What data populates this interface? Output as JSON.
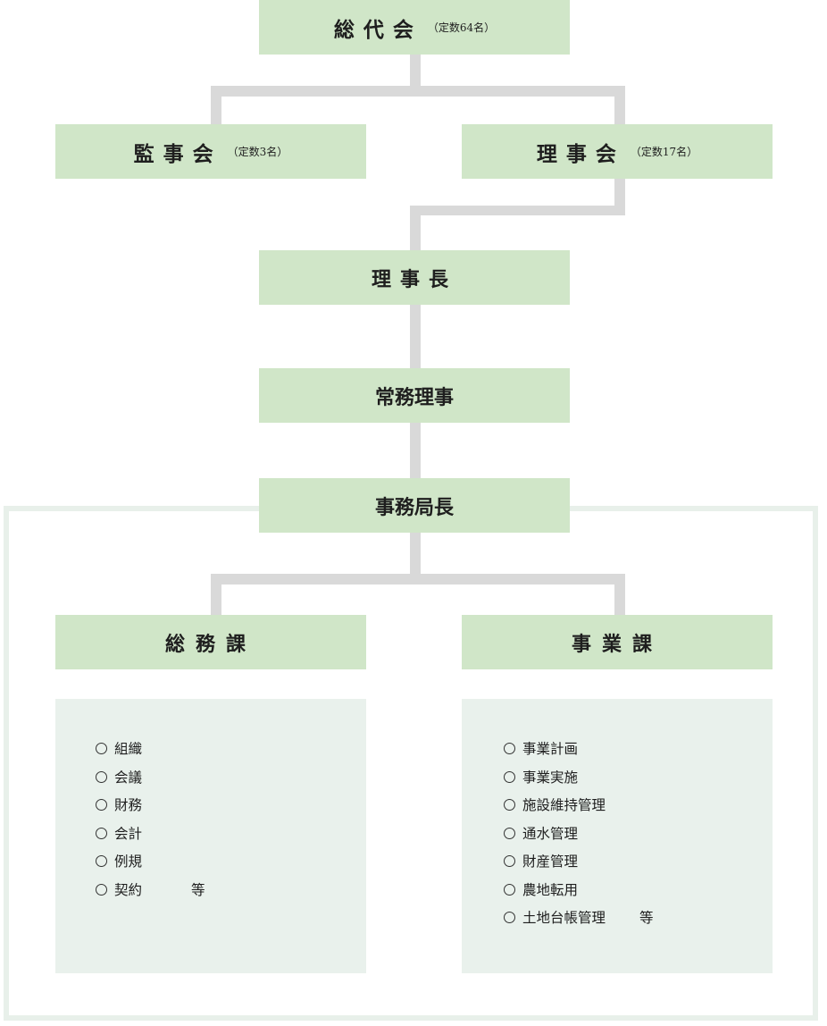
{
  "general_assembly": {
    "label": "総代会",
    "note": "（定数64名）"
  },
  "auditors": {
    "label": "監事会",
    "note": "（定数3名）"
  },
  "board": {
    "label": "理事会",
    "note": "（定数17名）"
  },
  "chairman": {
    "label": "理事長"
  },
  "executive_director": {
    "label": "常務理事"
  },
  "secretary_general": {
    "label": "事務局長"
  },
  "general_affairs": {
    "label": "総務課",
    "duties": [
      "組織",
      "会議",
      "財務",
      "会計",
      "例規",
      "契約"
    ],
    "etc": "等"
  },
  "operations": {
    "label": "事業課",
    "duties": [
      "事業計画",
      "事業実施",
      "施設維持管理",
      "通水管理",
      "財産管理",
      "農地転用",
      "土地台帳管理"
    ],
    "etc": "等"
  },
  "colors": {
    "box": "#d0e6c8",
    "panel": "#e9f1ec",
    "connector": "#d9d9d9",
    "frame": "#e8f0ea"
  }
}
